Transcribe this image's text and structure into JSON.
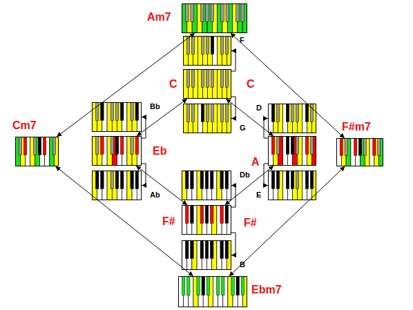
{
  "diagram": {
    "nodes": [
      {
        "text": [
          "Am7"
        ]
      },
      {
        "text": [
          "F"
        ]
      },
      {
        "text": [
          "C",
          "C"
        ]
      },
      {
        "text": [
          "G"
        ]
      },
      {
        "text": [
          "Cm7"
        ]
      },
      {
        "text": [
          "Bb"
        ]
      },
      {
        "text": [
          "Eb"
        ]
      },
      {
        "text": [
          "Ab"
        ]
      },
      {
        "text": [
          "D"
        ]
      },
      {
        "text": [
          "A"
        ]
      },
      {
        "text": [
          "E"
        ]
      },
      {
        "text": [
          "F#m7"
        ]
      },
      {
        "text": [
          "Db"
        ]
      },
      {
        "text": [
          "F#",
          "F#"
        ]
      },
      {
        "text": [
          "B"
        ]
      },
      {
        "text": [
          "Ebm7"
        ]
      }
    ],
    "edges": [
      {
        "from": 0,
        "to": 4,
        "arrow": "both"
      },
      {
        "from": 0,
        "to": 11,
        "arrow": "both"
      },
      {
        "from": 4,
        "to": 15,
        "arrow": "both"
      },
      {
        "from": 11,
        "to": 15,
        "arrow": "both"
      },
      {
        "from": 6,
        "to": 2,
        "arrow": "both"
      },
      {
        "from": 9,
        "to": 2,
        "arrow": "both"
      },
      {
        "from": 6,
        "to": 13,
        "arrow": "both"
      },
      {
        "from": 9,
        "to": 13,
        "arrow": "both"
      },
      {
        "from": 2,
        "to": 1,
        "arrow": "to"
      },
      {
        "from": 2,
        "to": 3,
        "arrow": "to"
      },
      {
        "from": 6,
        "to": 5,
        "arrow": "to"
      },
      {
        "from": 6,
        "to": 7,
        "arrow": "to"
      },
      {
        "from": 9,
        "to": 8,
        "arrow": "to"
      },
      {
        "from": 9,
        "to": 10,
        "arrow": "to"
      },
      {
        "from": 13,
        "to": 12,
        "arrow": "to"
      },
      {
        "from": 13,
        "to": 14,
        "arrow": "to"
      }
    ]
  }
}
